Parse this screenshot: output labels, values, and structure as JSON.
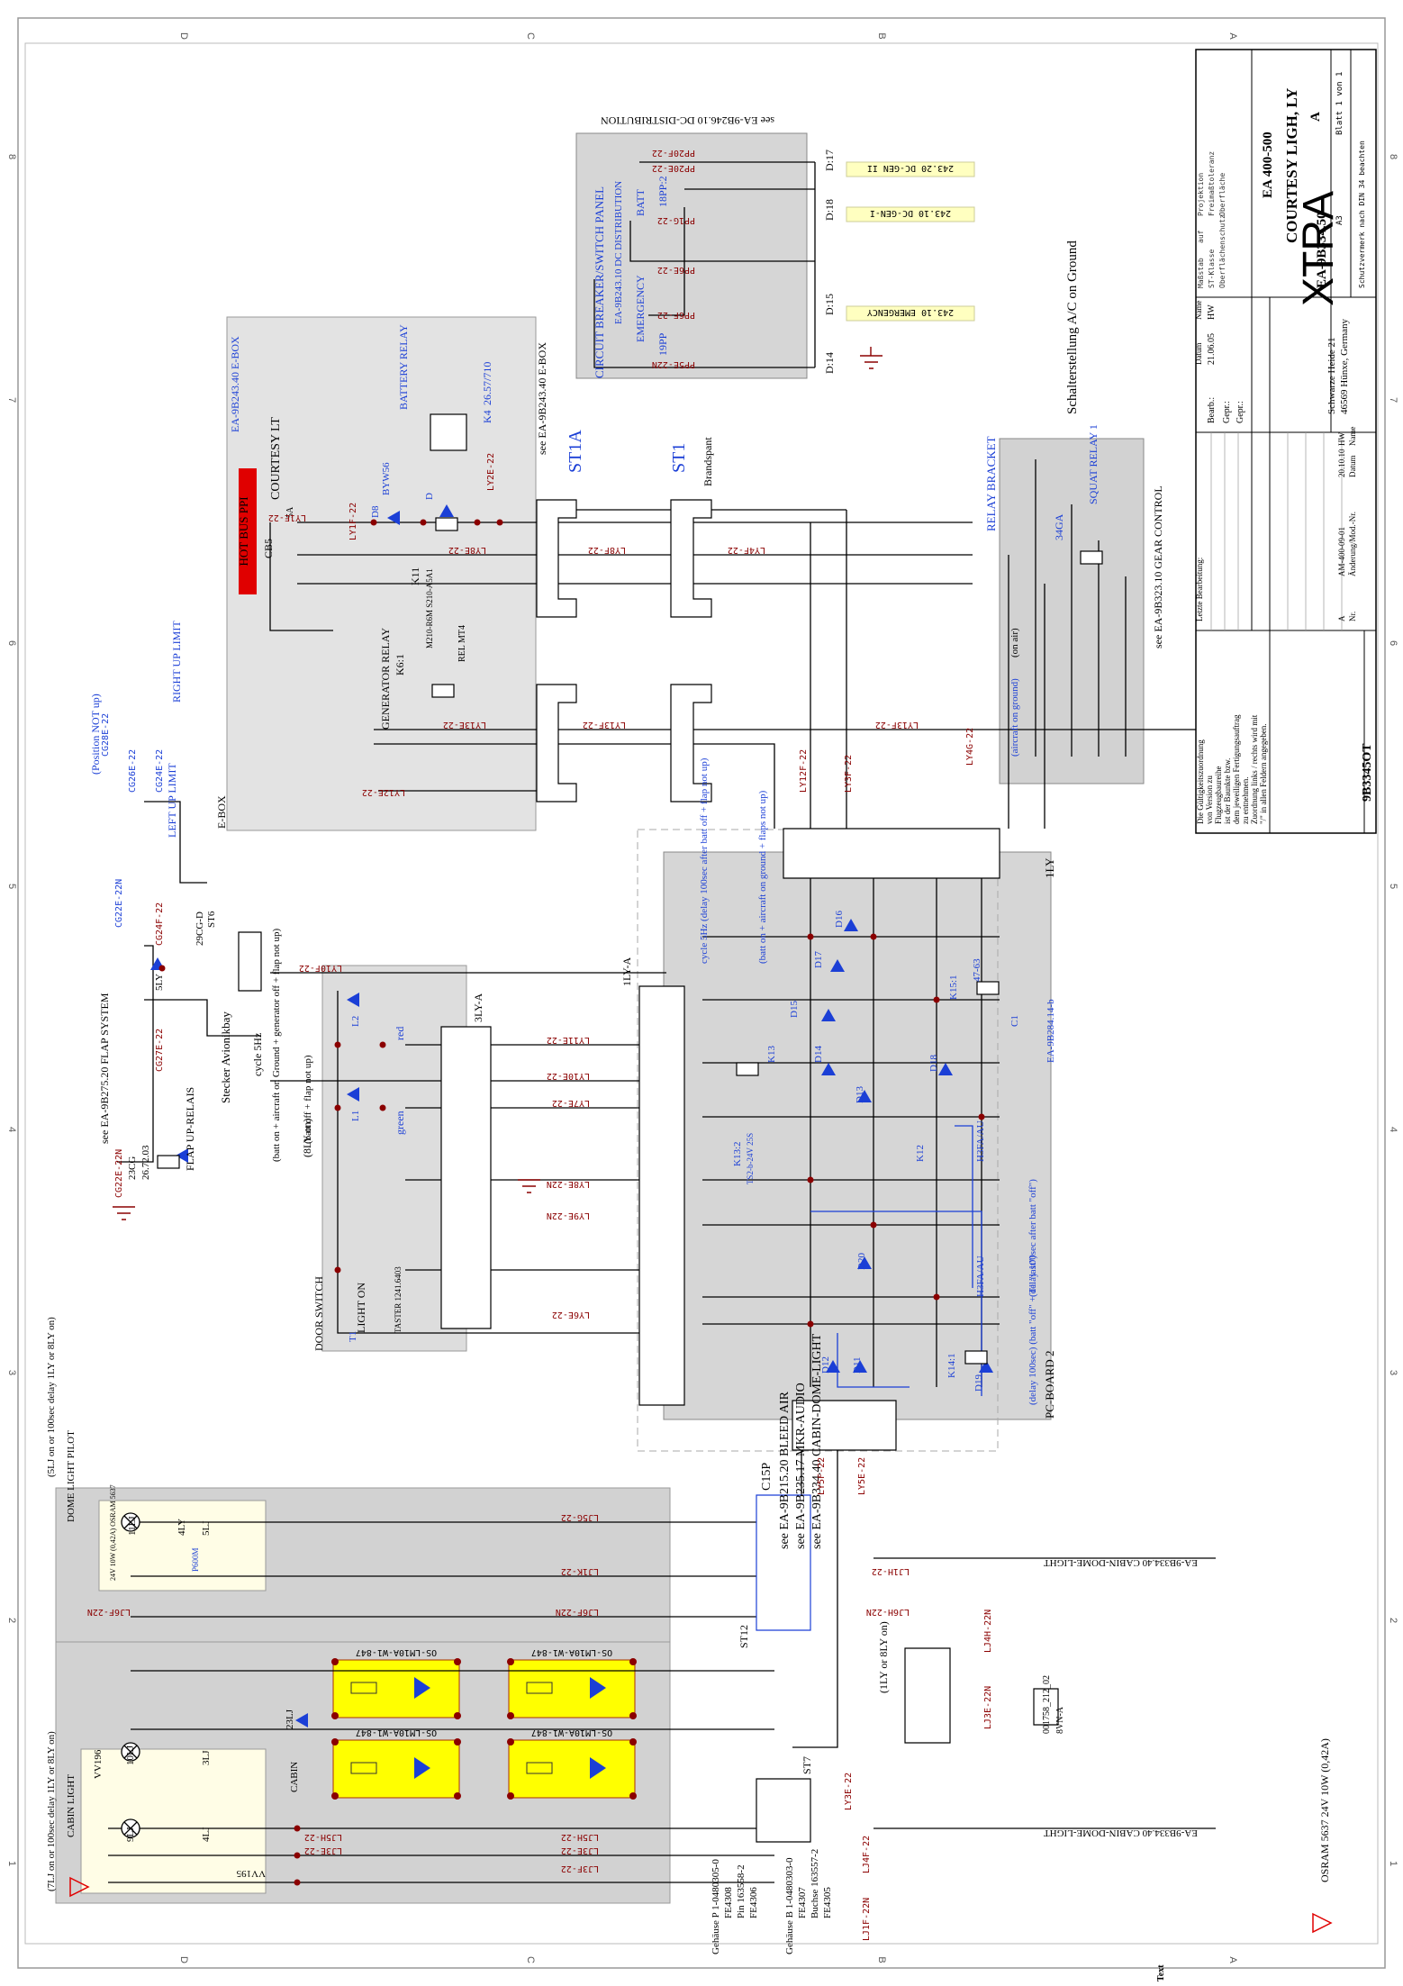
{
  "zones": {
    "top": [
      "D",
      "C",
      "B",
      "A"
    ],
    "numbers": [
      "1",
      "2",
      "3",
      "4",
      "5",
      "6",
      "7",
      "8"
    ]
  },
  "title_block": {
    "company": "XTRA",
    "address": "Schwarze Heide 21",
    "city": "46569 Hünxe, Germany",
    "aircraft": "EA 400-500",
    "title": "COURTESY LIGH, LY",
    "drawing_no": "EA-9B334.50",
    "revision": "A",
    "format": "A3",
    "sheet": "Blatt 1 von 1",
    "part_no": "9B3345OT",
    "drawn_by": "Bearb.:",
    "date": "21.06.05",
    "initials": "HW",
    "checked": "Gepr.:",
    "approved": "Gepr.:",
    "change_row": {
      "rev": "A",
      "ecn": "AM-400-09-01",
      "date": "20.10.10",
      "name": "HW"
    },
    "labels": {
      "col_date": "Datum",
      "col_name": "Name",
      "change": "Letzte Bearbeitung:",
      "nr": "Nr.",
      "mod": "Änderung/Mod.-Nr.",
      "datum": "Datum",
      "name": "Name"
    },
    "note_lines": [
      "Die Gültigkeitszuordnung",
      "von Version zu",
      "Flugzeugbaureihe",
      "ist der Baunkte bzw.",
      "dem jeweiligen Fertigungsauftrag",
      "zu entnehmen.",
      "Zuordnung links / rechts wird mit",
      "\"/\" in allen Feldern angegeben."
    ],
    "scale_labels": [
      "Maßstab",
      "auf",
      "Projektion",
      "ST-Klasse",
      "Freimaßtoleranz",
      "Oberflächenschutz",
      "Oberfläche"
    ],
    "footer": "Schutzvermerk nach DIN 34 beachten"
  },
  "boxes": {
    "ebox": "EA-9B243.40 E-BOX",
    "ebox_see": "see EA-9B243.40 E-BOX",
    "ebox_label": "E-BOX",
    "cb_panel": "CIRCUIT BREAKER/SWITCH PANEL",
    "cb_panel_sub": "EA-9B243.10 DC DISTRIBUTION",
    "cb_see": "see EA-9B246.10 DC-DISTRIBUTION",
    "relay_bracket": "RELAY BRACKET",
    "relay_see": "see EA-9B323.10 GEAR CONTROL",
    "pcb": "PC-BOARD 2",
    "pcb_ref": "EA-9B284.14-b",
    "door_switch": "DOOR SWITCH",
    "dome_pilot": "DOME LIGHT PILOT",
    "cabin_light": "CABIN LIGHT"
  },
  "labels": {
    "hot_bus": "HOT BUS  PPI",
    "courtesy_lt": "COURTESY LT",
    "cb5": "CB5",
    "amp": "5A",
    "battery_relay": "BATTERY RELAY",
    "k4": "K4",
    "k4_no": "26.57/710",
    "generator_relay": "GENERATOR RELAY",
    "k6": "K6:1",
    "k11": "K11",
    "k11_parts": "M210-R6M  S210-A5A1",
    "rel_mt4": "REL MT4",
    "st1a": "ST1A",
    "st1": "ST1",
    "brandspant": "Brandspant",
    "squat_relay": "SQUAT RELAY 1",
    "squat_no": "34GA",
    "on_ground": "(aircraft on ground)",
    "on_air": "(on air)",
    "schalter": "Schalterstellung A/C on Ground",
    "emergency": "EMERGENCY",
    "batt": "BATT",
    "sw19": "19PP",
    "sw18": "18PP:2",
    "d14": "D:14",
    "d15": "D:15",
    "d17": "D:17",
    "d18": "D:18",
    "tag_emerg": "243.10 EMERGENCY",
    "tag_gen1": "243.10 DC-GEN-I",
    "tag_gen2": "243.20 DC-GEN II",
    "flap_system": "see EA-9B275.20 FLAP SYSTEM",
    "flap_relais": "FLAP UP-RELAIS",
    "left_up": "LEFT UP LIMIT",
    "right_up": "RIGHT UP LIMIT",
    "pos_not_up": "(Position NOT up)",
    "stecker": "Stecker Avionikbay",
    "cycle": "cycle 5Hz",
    "cycle_note": "(batt on + aircraft on Ground + generator off + flap not up)",
    "or": "or",
    "batt_flap": "(batt off + flap not up)",
    "red": "red",
    "green": "green",
    "light_on": "LIGHT ON",
    "taster": "TASTER 1241.6403",
    "sly_on": "(8LY on)",
    "ily": "1LY",
    "ily_a": "1LY-A",
    "three_ly": "3LY-A",
    "delay100": "(delay 100sec after batt \"off\")",
    "delay100b": "(delay 100sec) (batt \"off\" + T1 \"last\")",
    "cycle_pcb": "cycle 5Hz (delay 100sec after batt off + flap not up)",
    "cycle_pcb2": "(batt on + aircraft on ground + flaps not up)",
    "c15p": "C15P",
    "st12": "ST12",
    "st7": "ST7",
    "see1": "see EA-9B215.20 BLEED AIR",
    "see2": "see EA-9B235.17 MKR-AUDIO",
    "see3": "see EA-9B334.40 CABIN-DOME-LIGHT",
    "cabin_dome": "EA-9B334.40 CABIN-DOME-LIGHT",
    "ily_or": "(1LY or 8LY on)",
    "cabin_note": "(7LJ on or 100sec delay 1LY or 8LY on)",
    "dome_note": "(5LJ on or 100sec delay 1LY or 8LY on)",
    "osram": "OSRAM 5637  24V 10W (0,42A)",
    "lamp_spec": "24V 10W (0,42A) OSRAM 5637",
    "led_module": "OS-LM10A-W1-847",
    "gehause_p": "Gehäuse P 1-0480305-0",
    "pin": "Pin 163558-2",
    "gehause_b": "Gehäuse B 1-0480303-0",
    "buchse": "Buchse 163557-2",
    "fe4308": "FE4308",
    "fe4306": "FE4306",
    "fe4307": "FE4307",
    "fe4305": "FE4305",
    "text": "Text",
    "cabin": "CABIN",
    "vv196": "VV196",
    "vv195": "VV195",
    "conn_ref": "001758_212_02",
    "conn_svn": "8VN-A"
  },
  "wires": [
    "LY1E-22",
    "LY1F-22",
    "LY2E-22",
    "LY8E-22",
    "LY8F-22",
    "LY4F-22",
    "LY4G-22",
    "LY13F-22",
    "LY13E-22",
    "LY12E-22",
    "LY12F-22",
    "LY3F-22",
    "LY10E-22",
    "LY11E-22",
    "LY7E-22",
    "LY8E-22N",
    "LY9E-22N",
    "LY6E-22",
    "LY5F-22",
    "LY5E-22",
    "LJ5G-22",
    "LJ1K-22",
    "LJ6F-22N",
    "LJ1H-22",
    "LJ6H-22N",
    "LJ3E-22N",
    "LJ4H-22N",
    "LJ4F-22",
    "LJ3F-22",
    "LJ5H-22",
    "LJ3E-22",
    "LJ1F-22N",
    "LY3E-22",
    "PP20F-22",
    "PP20E-22",
    "PP1G-22",
    "PP6E-22",
    "PP6F-22",
    "PP5E-22N",
    "CG22E-22N",
    "CG27E-22",
    "CG24F-22",
    "CG26E-22",
    "CG24E-22",
    "CG28E-22",
    "LY10F-22"
  ],
  "components": [
    "D8",
    "D",
    "BYW56",
    "D12",
    "D11",
    "D13",
    "D14",
    "D15",
    "D16",
    "D17",
    "D18",
    "D19",
    "D20",
    "K12",
    "K13",
    "K14:1",
    "K15:1",
    "C1",
    "47-63",
    "H3FA/AU",
    "L1",
    "L2",
    "T1",
    "1LJ",
    "3LJ",
    "4LJ",
    "5LJ",
    "9LJ",
    "10LJ",
    "11LJ",
    "23LJ",
    "P600M",
    "4LY",
    "5LY",
    "29CG-D",
    "23CG",
    "26.72.03",
    "ST6",
    "K13:2",
    "TS2-b-24V 25S"
  ]
}
